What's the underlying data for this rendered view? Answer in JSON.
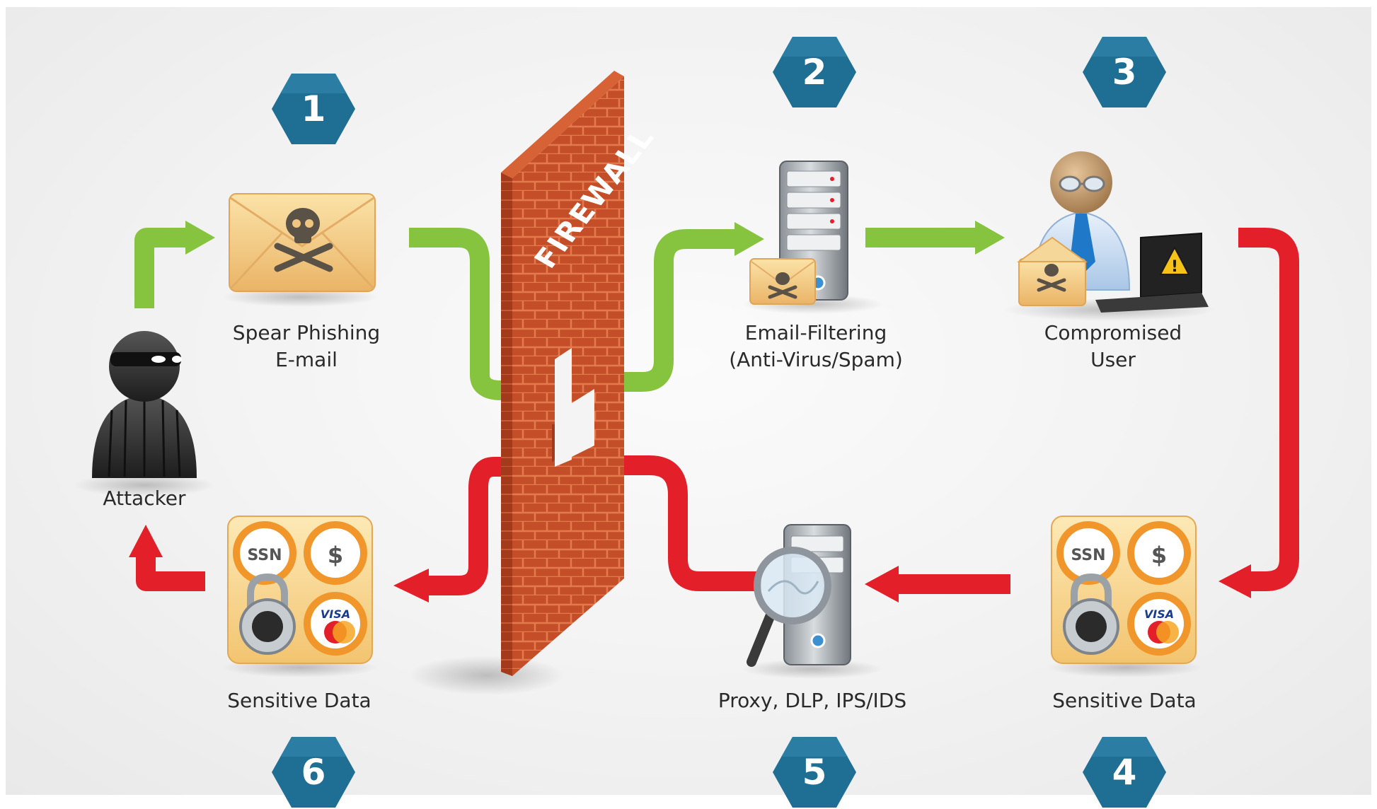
{
  "nodes": {
    "spear_phishing": {
      "line1": "Spear Phishing",
      "line2": "E-mail"
    },
    "email_filtering": {
      "line1": "Email-Filtering",
      "line2": "(Anti-Virus/Spam)"
    },
    "compromised_user": {
      "line1": "Compromised",
      "line2": "User"
    },
    "attacker": {
      "label": "Attacker"
    },
    "sensitive_data_left": {
      "label": "Sensitive Data"
    },
    "proxy": {
      "label": "Proxy, DLP, IPS/IDS"
    },
    "sensitive_data_right": {
      "label": "Sensitive Data"
    }
  },
  "firewall": {
    "label": "FIREWALL"
  },
  "tiles": {
    "ssn": "SSN",
    "dollar": "$",
    "visa": "VISA"
  },
  "steps": [
    "1",
    "2",
    "3",
    "4",
    "5",
    "6"
  ],
  "colors": {
    "inbound_arrow": "#86c440",
    "outbound_arrow": "#e3202a",
    "step_badge": "#1f6e93",
    "brick": "#c9512a",
    "envelope": "#f3c97d"
  }
}
